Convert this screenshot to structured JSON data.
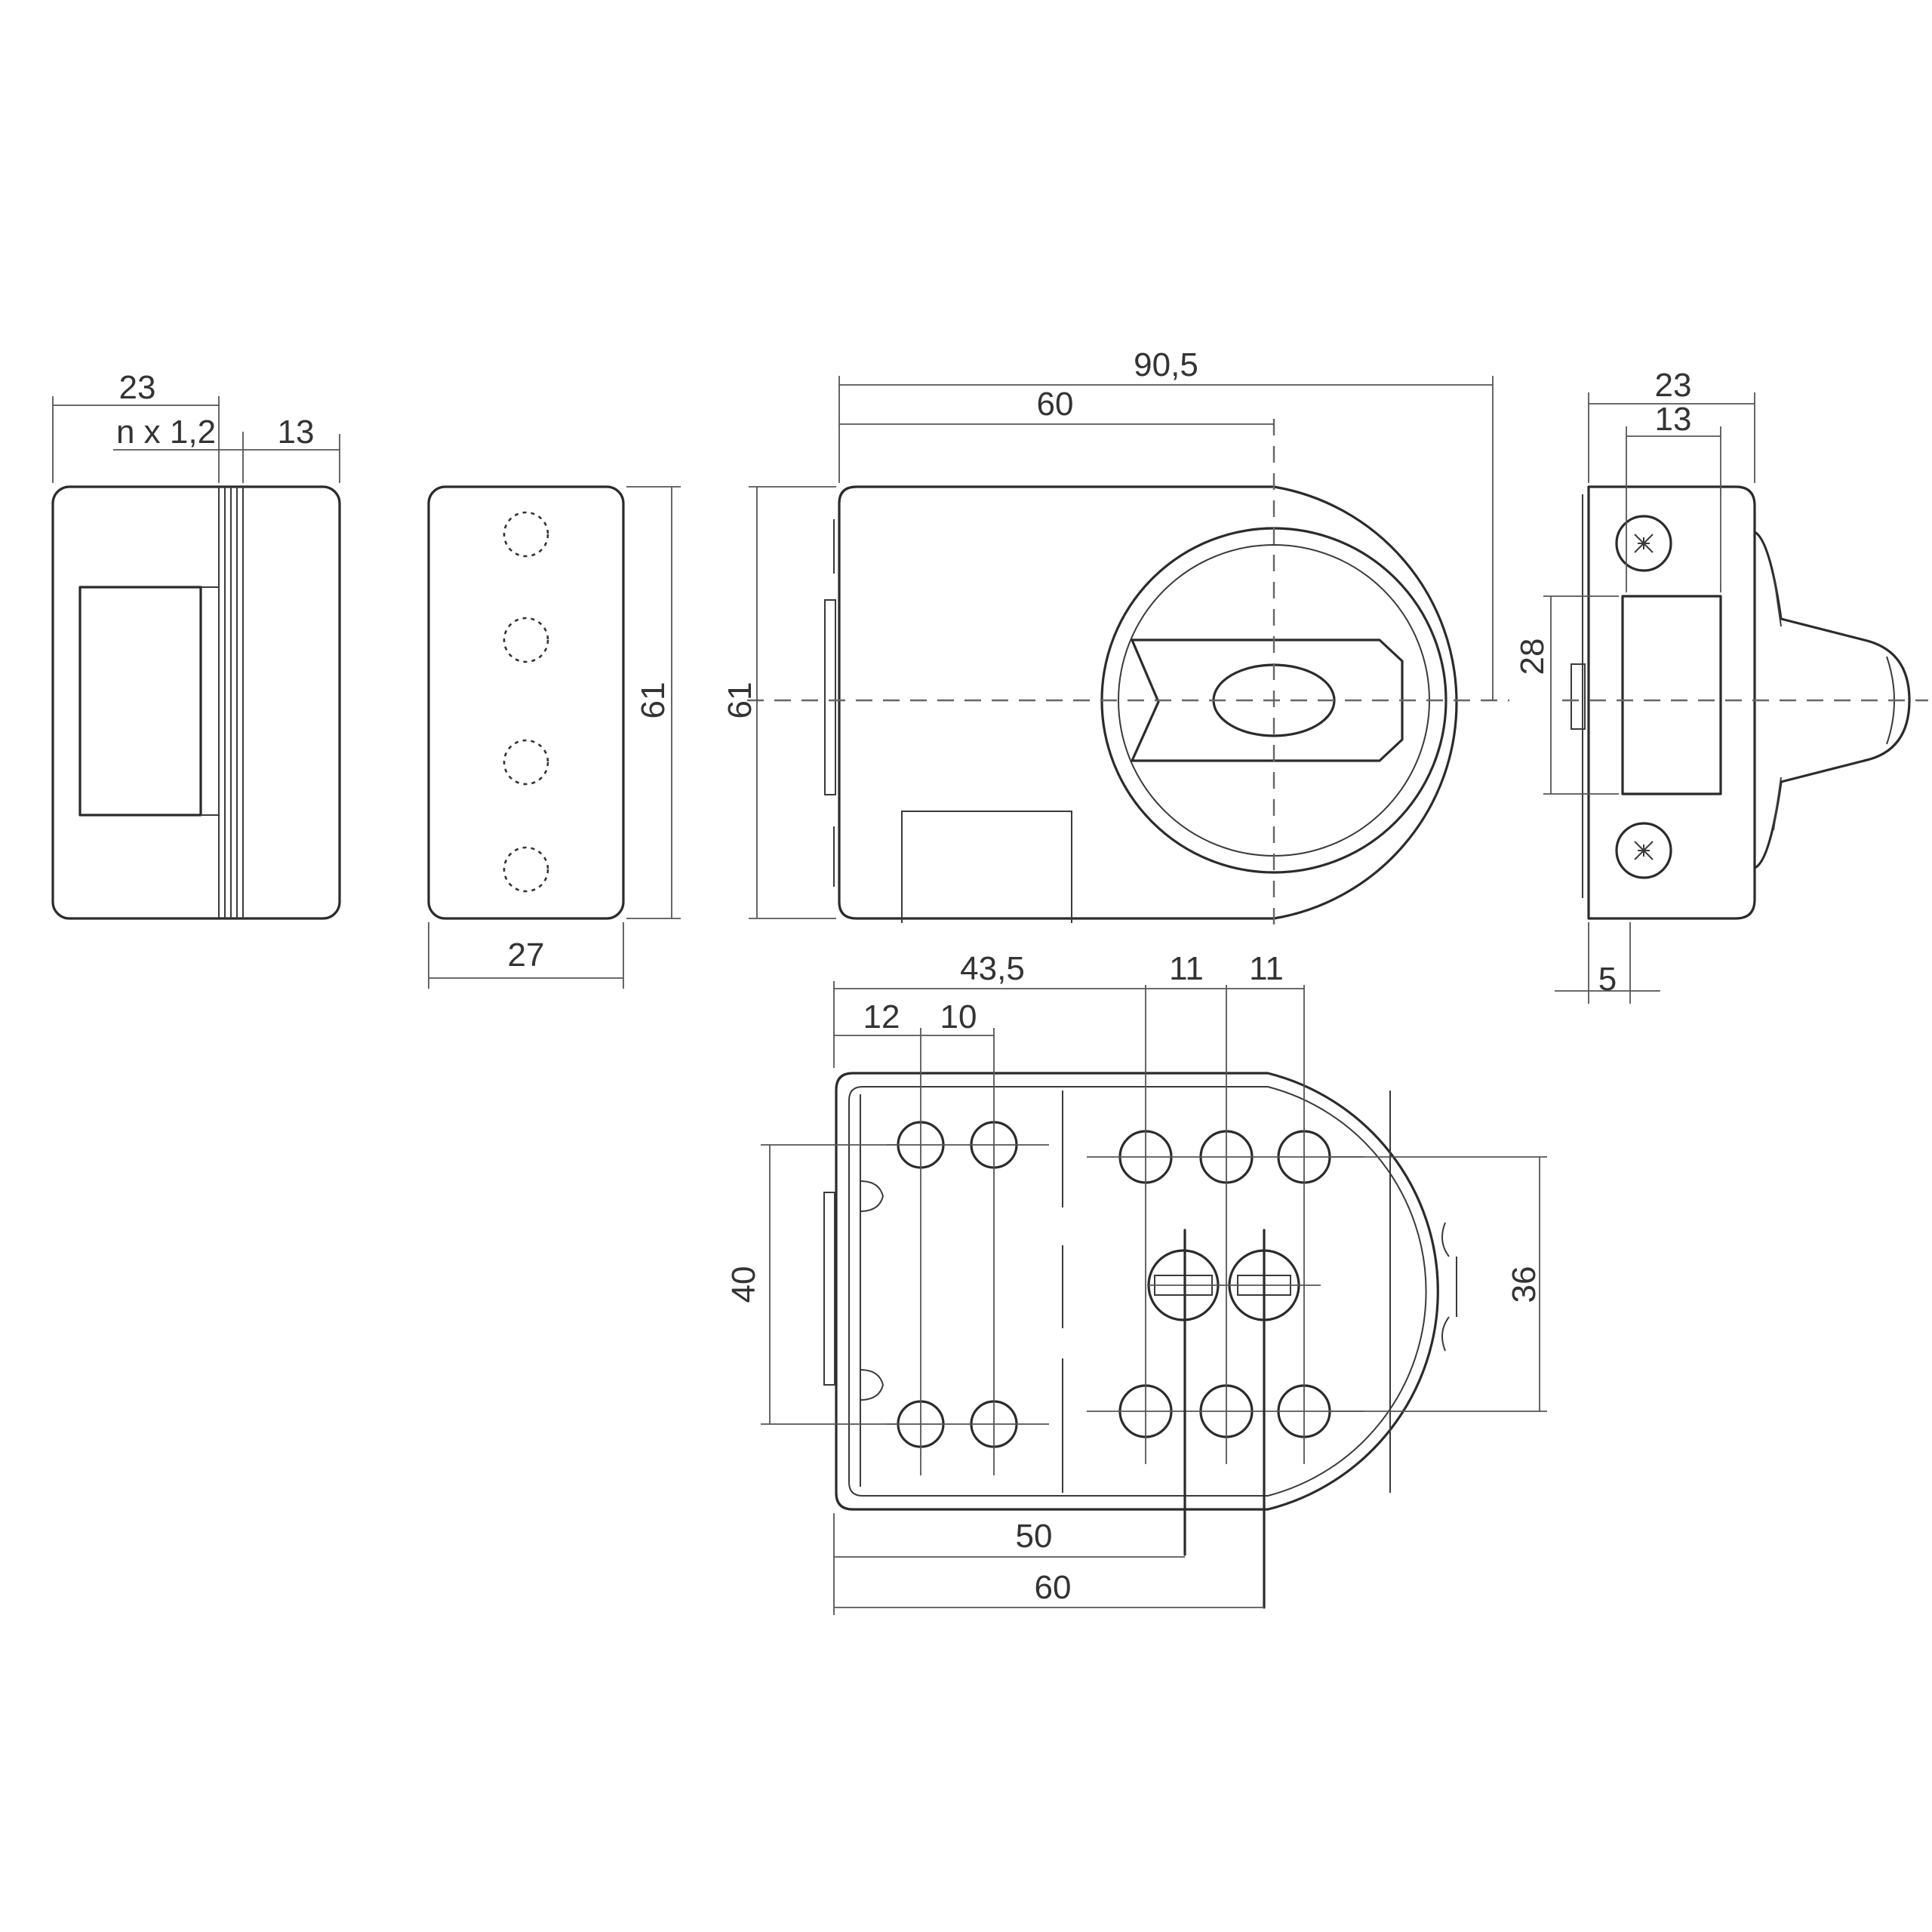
{
  "views": {
    "side_left": {
      "width_total": "23",
      "plate_spacing": "n x 1,2",
      "width_body": "13"
    },
    "keeper": {
      "height": "61",
      "width": "27"
    },
    "front": {
      "overall_width": "90,5",
      "backset": "60",
      "height": "61"
    },
    "side_right": {
      "width_total": "23",
      "width_body": "13",
      "bolt_height": "28",
      "offset": "5"
    },
    "back": {
      "width_a": "43,5",
      "col_12": "12",
      "col_10": "10",
      "col_11a": "11",
      "col_11b": "11",
      "height_40": "40",
      "height_36": "36",
      "bottom_50": "50",
      "bottom_60": "60"
    }
  }
}
